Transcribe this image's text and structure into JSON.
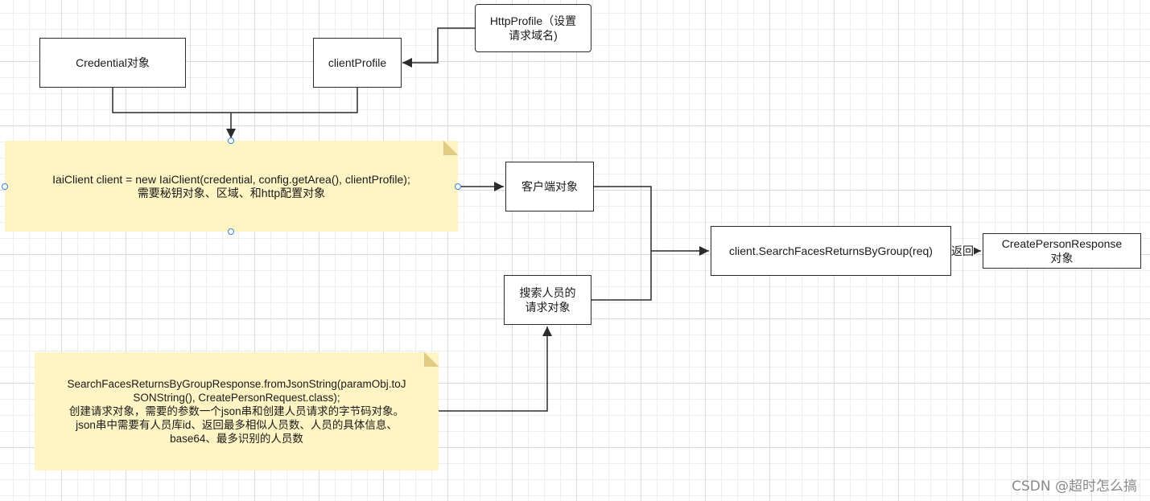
{
  "nodes": {
    "credential": "Credential对象",
    "client_profile": "clientProfile",
    "http_profile": "HttpProfile（设置\n请求域名)",
    "iai_client_note": "IaiClient client = new IaiClient(credential, config.getArea(), clientProfile);\n需要秘钥对象、区域、和http配置对象",
    "client_object": "客户端对象",
    "search_request": "搜索人员的\n请求对象",
    "request_note": "SearchFacesReturnsByGroupResponse.fromJsonString(paramObj.toJ\nSONString(), CreatePersonRequest.class);\n创建请求对象，需要的参数一个json串和创建人员请求的字节码对象。\njson串中需要有人员库id、返回最多相似人员数、人员的具体信息、\nbase64、最多识别的人员数",
    "search_call": "client.SearchFacesReturnsByGroup(req)",
    "response": "CreatePersonResponse\n对象"
  },
  "edge_labels": {
    "return": "返回"
  },
  "watermark": "CSDN @超时怎么搞",
  "colors": {
    "note_fill": "#fff4c3",
    "note_fold": "#e2cc83",
    "handle": "#3d7fd9",
    "line": "#2b2b2b"
  }
}
